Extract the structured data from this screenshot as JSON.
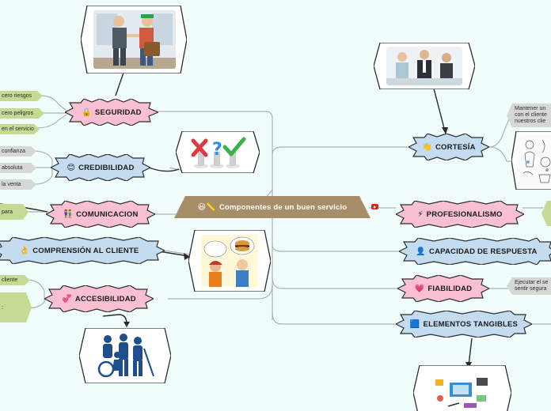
{
  "central": {
    "label": "Componentes de un buen servicio",
    "icon": "smile-emoji-and-ruler-icon"
  },
  "left_topics": [
    {
      "id": "seguridad",
      "label": "SEGURIDAD",
      "emoji": "🔒",
      "icon": "lock-icon",
      "leaves": [
        "cero riesgos",
        "cero peligros",
        "en el servicio"
      ]
    },
    {
      "id": "credibilidad",
      "label": "CREDIBILIDAD",
      "emoji": "😊",
      "icon": "smile-icon",
      "leaves": [
        "confianza",
        "absoluta",
        "la venta"
      ]
    },
    {
      "id": "comunicacion",
      "label": "COMUNICACION",
      "emoji": "👫",
      "icon": "couple-icon",
      "leaves": [
        "para"
      ]
    },
    {
      "id": "comprension",
      "label": "COMPRENSIÓN AL CLIENTE",
      "emoji": "👌",
      "icon": "ok-hand-icon",
      "leaves": []
    },
    {
      "id": "accesibilidad",
      "label": "ACCESIBILIDAD",
      "emoji": "💞",
      "icon": "hearts-icon",
      "leaves": [
        "cliente",
        ":"
      ]
    }
  ],
  "right_topics": [
    {
      "id": "cortesia",
      "label": "CORTESÍA",
      "emoji": "👋",
      "icon": "waving-hand-icon",
      "leaves": [
        "Mantener un\ncon el cliente\nnuestros clie"
      ]
    },
    {
      "id": "profesionalismo",
      "label": "PROFESIONALISMO",
      "emoji": "⚡",
      "icon": "lightning-icon",
      "leaves": []
    },
    {
      "id": "capacidad",
      "label": "CAPACIDAD DE RESPUESTA",
      "emoji": "👤",
      "icon": "person-icon",
      "leaves": []
    },
    {
      "id": "fiabilidad",
      "label": "FIABILIDAD",
      "emoji": "💗",
      "icon": "heart-icon",
      "leaves": [
        "Ejecutar el se\nsentir segura"
      ]
    },
    {
      "id": "tangibles",
      "label": "ELEMENTOS TANGIBLES",
      "emoji": "🟦",
      "icon": "monitor-icon",
      "leaves": []
    }
  ],
  "colors": {
    "central": "#a88e68",
    "pink_fill": "#f8c0d0",
    "blue_fill": "#c3dcf0",
    "outline": "#2d2d2d",
    "wire": "#a9a9a9",
    "leaf_green": "#c5db93",
    "leaf_gray": "#d6d8d6",
    "background": "#f1fdfb"
  }
}
